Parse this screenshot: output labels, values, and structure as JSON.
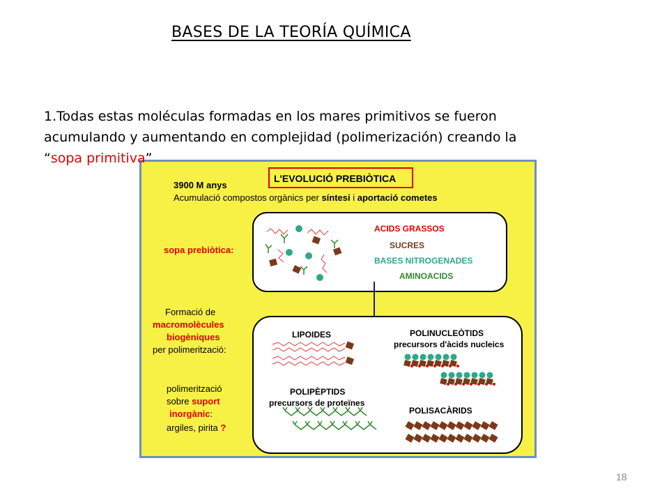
{
  "slide": {
    "title": "BASES DE LA TEORÍA QUÍMICA",
    "body": {
      "line1": "1.Todas estas moléculas formadas en los mares primitivos se fueron",
      "line2": "acumulando y aumentando en complejidad (polimerización) creando la",
      "quote_open": "“",
      "highlight": "sopa primitiva",
      "quote_close": "”"
    },
    "page_number": "18"
  },
  "figure": {
    "header": "L'EVOLUCIÓ PREBIÒTICA",
    "time": "3900 M anys",
    "accum_pre": "Acumulació compostos orgànics per ",
    "accum_bold1": "síntesi",
    "accum_mid": " i ",
    "accum_bold2": "aportació cometes",
    "soup_label": "sopa prebiòtica:",
    "soup_items": {
      "fatty_acids": "ACIDS GRASSOS",
      "sugars": "SUCRES",
      "bases": "BASES NITROGENADES",
      "amino_acids": "AMINOACIDS"
    },
    "macro_label": {
      "line1": "Formació de",
      "line2": "macromolècules",
      "line3": "biogèniques",
      "line4": "per polimerització:"
    },
    "lipids": "LIPOIDES",
    "polynucleotides": "POLINUCLEÒTIDS",
    "polynucleotides_sub": "precursors d'àcids nucleics",
    "polypeptides": "POLIPÈPTIDS",
    "polypeptides_sub": "precursors de proteïnes",
    "polysaccharides": "POLISACÀRIDS",
    "support_label": {
      "line1": "polimerització",
      "line2_pre": "sobre ",
      "line2_red": "suport",
      "line3_red": "inorgànic",
      "line3_post": ":",
      "line4_pre": "argiles, pirita ",
      "line4_red": "?"
    },
    "colors": {
      "background": "#f7f145",
      "frame": "#6f8fbf",
      "red_label": "#e00000",
      "fatty_acid": "#e83a3a",
      "sugar": "#7a3a1a",
      "base": "#2fa88a",
      "amino": "#2f8a2a",
      "arrow": "#1a1a8a"
    }
  }
}
